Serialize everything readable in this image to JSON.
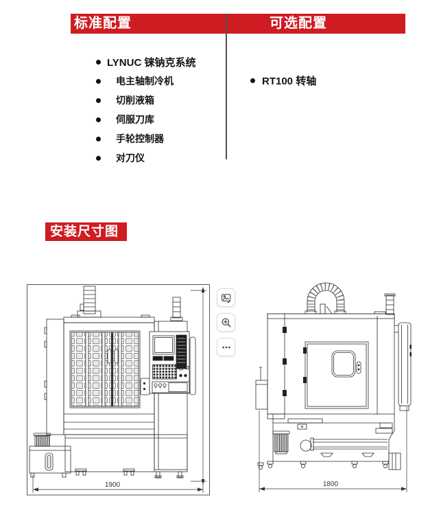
{
  "colors": {
    "accent_red": "#ce1c22",
    "divider_gray": "#4f4f4f",
    "line_art": "#2b2b2b"
  },
  "config": {
    "standard": {
      "title": "标准配置",
      "items": [
        "LYNUC 铼钠克系统",
        "电主轴制冷机",
        "切削液箱",
        "伺服刀库",
        "手轮控制器",
        "对刀仪"
      ]
    },
    "optional": {
      "title": "可选配置",
      "items": [
        "RT100 转轴"
      ]
    }
  },
  "install": {
    "title": "安装尺寸图",
    "front_view": {
      "width_label": "1900"
    },
    "side_view": {
      "width_label": "1800"
    }
  },
  "image_toolbar": {
    "buttons": [
      {
        "name": "edit-image",
        "icon": "image-edit-icon"
      },
      {
        "name": "zoom-in",
        "icon": "zoom-in-icon"
      },
      {
        "name": "more-options",
        "icon": "ellipsis-icon"
      }
    ]
  }
}
